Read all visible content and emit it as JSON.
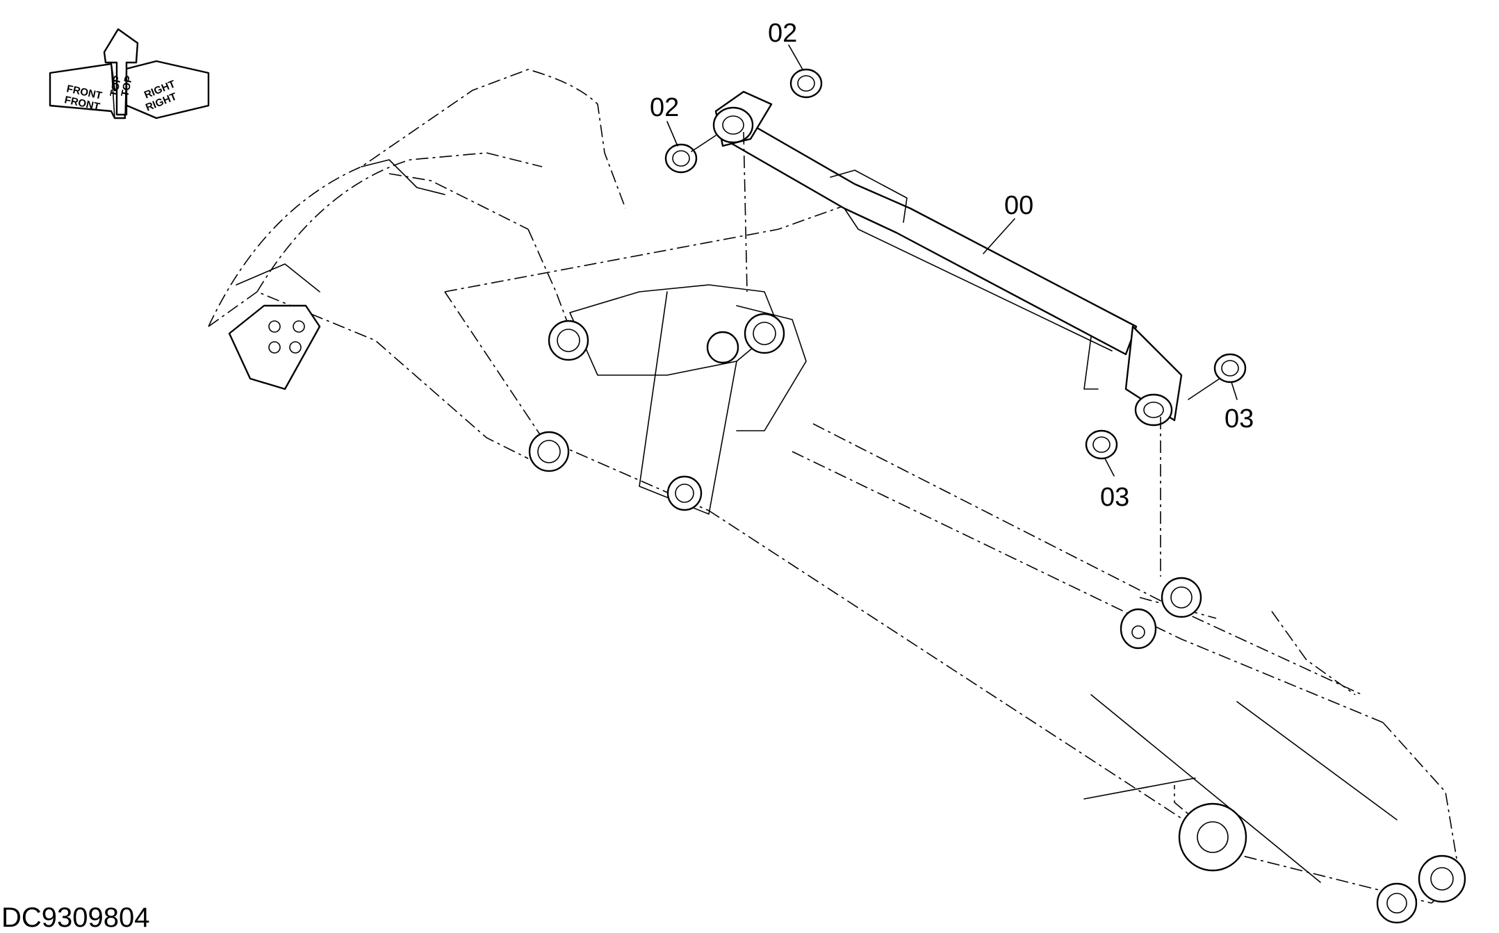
{
  "drawing_code": "DC9309804",
  "orientation": {
    "front": "FRONT",
    "top": "TOP",
    "right": "RIGHT"
  },
  "callouts": {
    "cylinder": "00",
    "bushing_upper_a": "02",
    "bushing_upper_b": "02",
    "bushing_lower_a": "03",
    "bushing_lower_b": "03"
  }
}
